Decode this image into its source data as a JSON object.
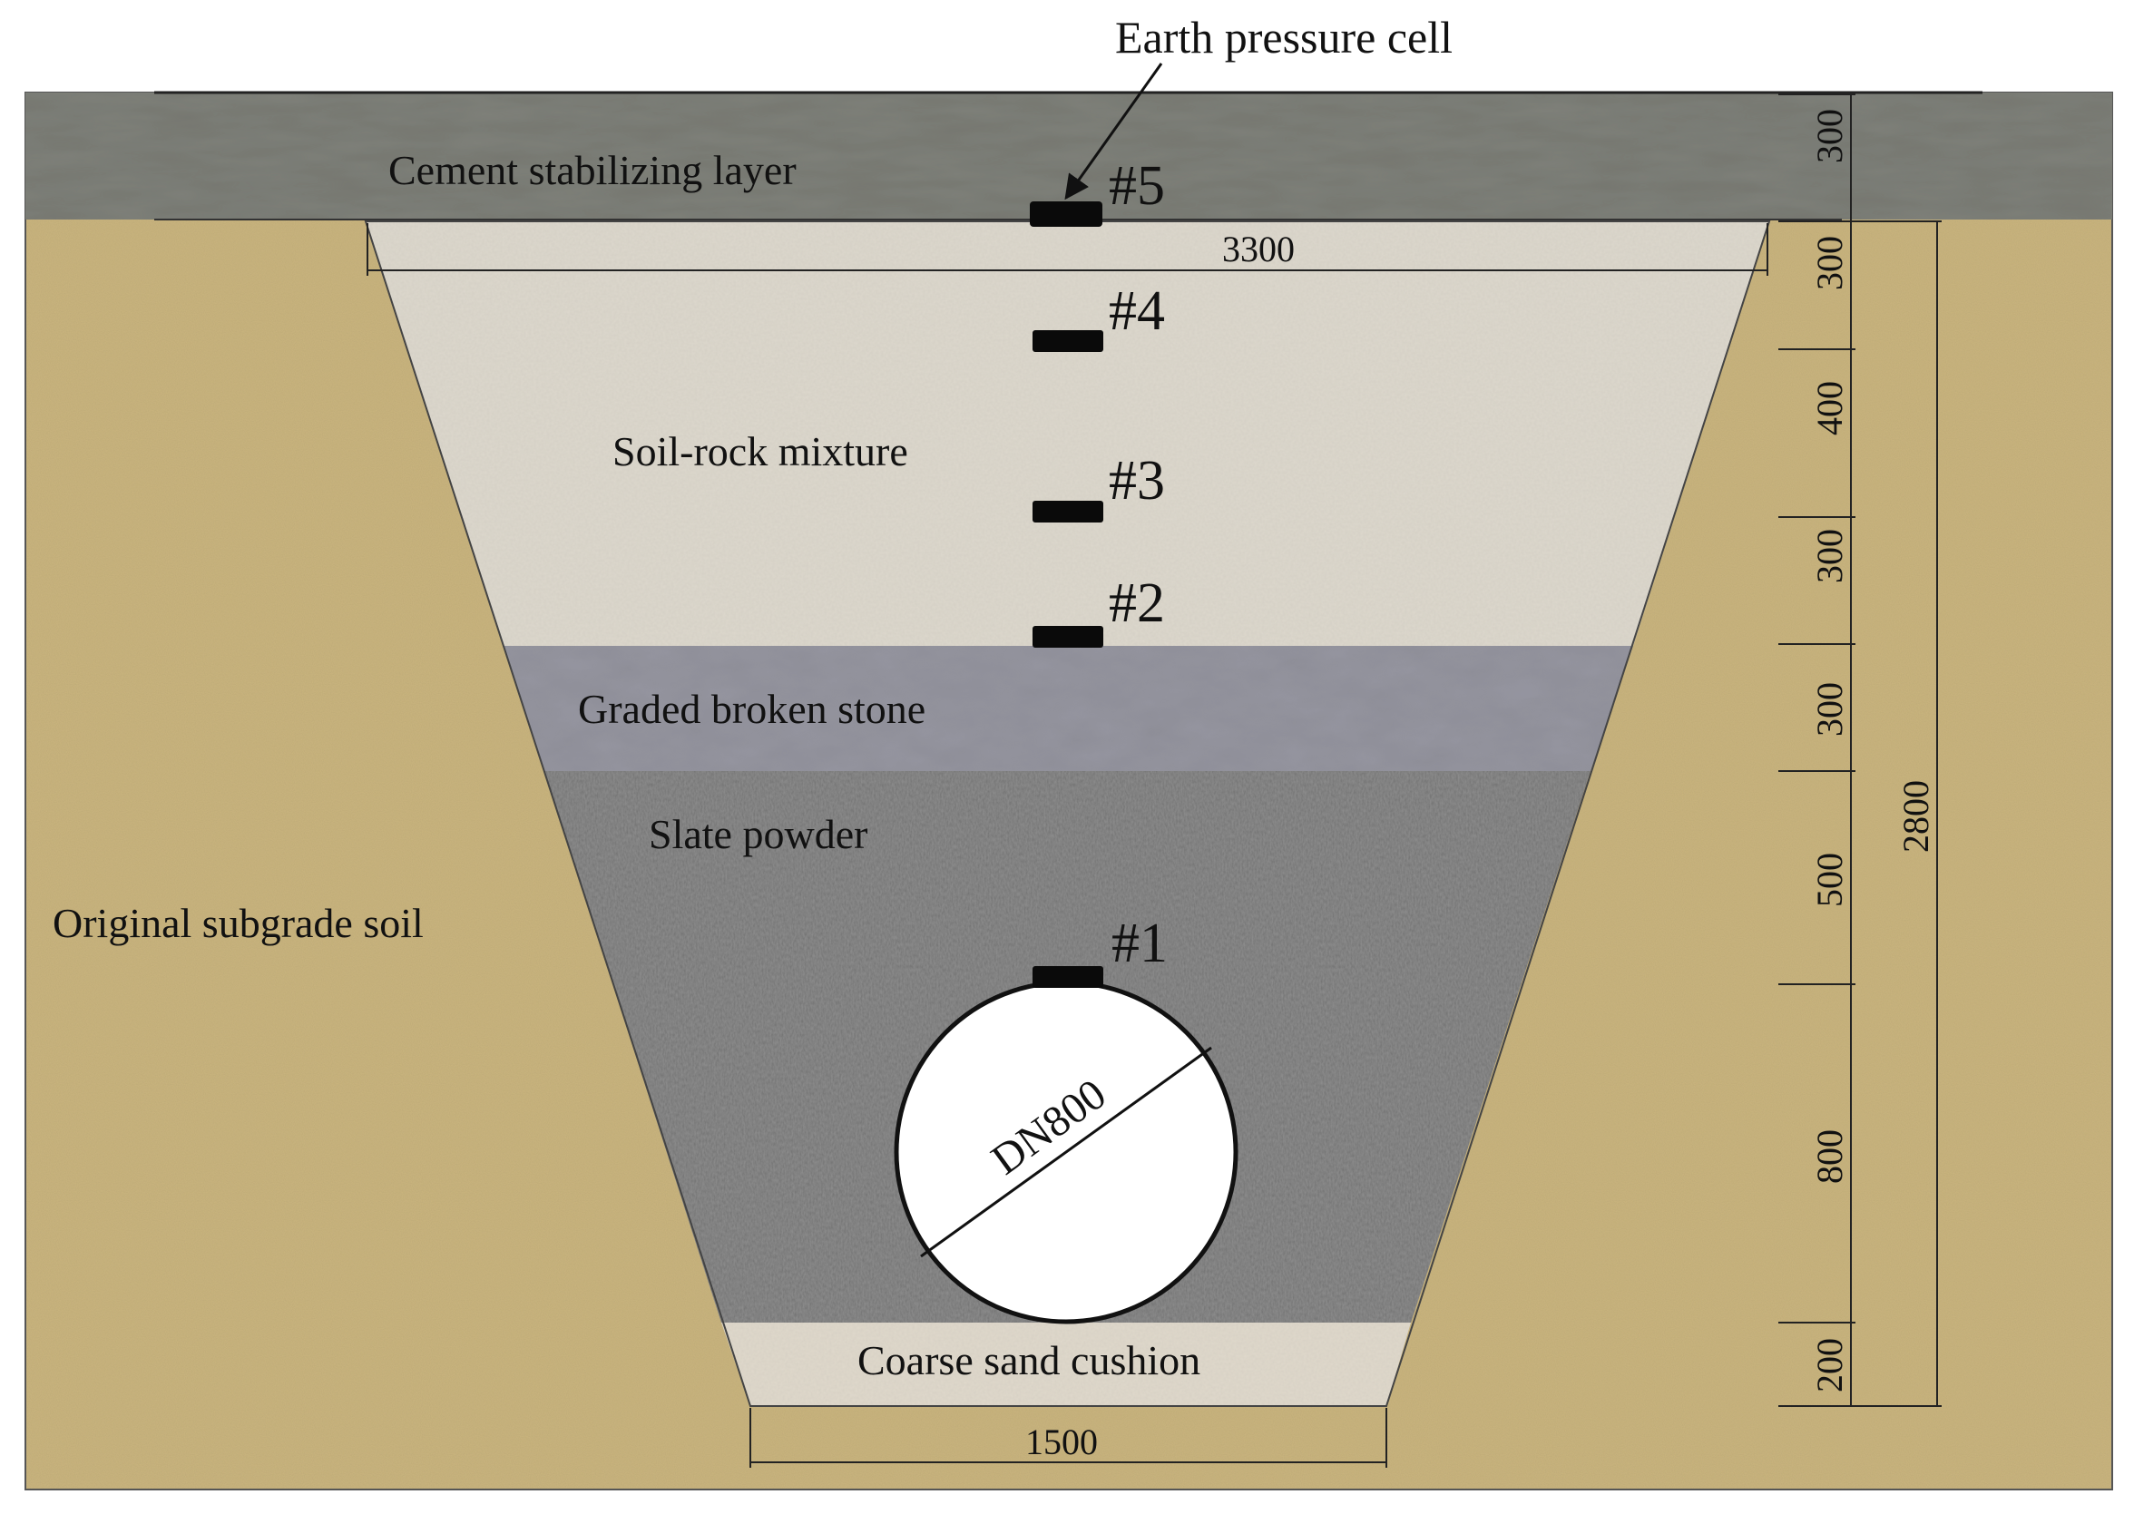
{
  "title": "Earth pressure cell",
  "layers": {
    "cement": "Cement stabilizing layer",
    "soil_rock": "Soil-rock mixture",
    "graded_stone": "Graded broken stone",
    "slate": "Slate powder",
    "sand": "Coarse sand cushion",
    "subgrade": "Original subgrade soil"
  },
  "pipe": {
    "label": "DN800"
  },
  "cells": [
    "#5",
    "#4",
    "#3",
    "#2",
    "#1"
  ],
  "dimensions": {
    "top_width": "3300",
    "bottom_width": "1500",
    "total_depth": "2800",
    "segments": [
      "300",
      "300",
      "400",
      "300",
      "300",
      "500",
      "800",
      "200"
    ]
  },
  "colors": {
    "subgrade": "#cbb57e",
    "cement": "#76776f",
    "soil_rock": "#ddd8cd",
    "graded_stone": "#8e8e97",
    "slate": "#8a8a8a",
    "sand": "#e0d9cc",
    "cell": "#0a0a0a"
  }
}
